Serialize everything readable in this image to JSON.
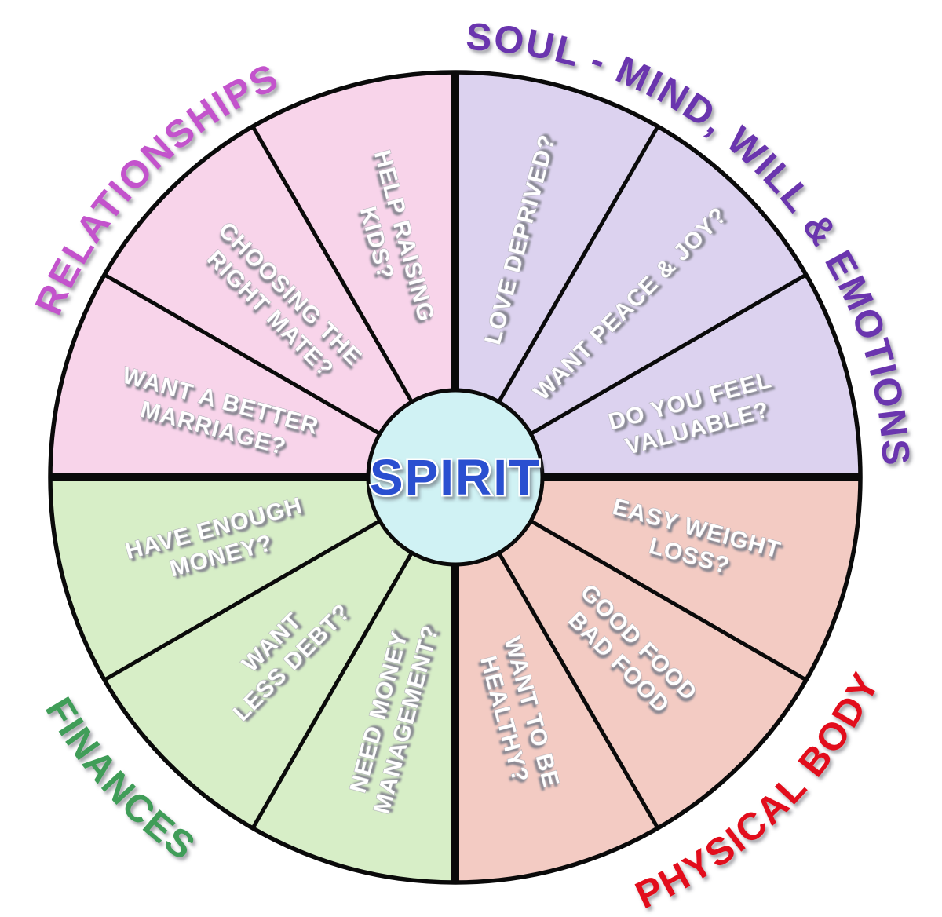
{
  "diagram": {
    "title": "wheel-of-life",
    "center": {
      "label": "SPIRIT",
      "label_color": "#2b4fd0",
      "fill": "#d0f2f4"
    },
    "line_color": "#0a0a0a",
    "quadrants": [
      {
        "name": "soul",
        "label": "SOUL - MIND, WILL & EMOTIONS",
        "label_color": "#6a35ae",
        "label_side": "top",
        "label_center_angle": 45,
        "fill": "#dcd2ef",
        "start_angle": 0,
        "segments": [
          {
            "lines": [
              "LOVE DEPRIVED?"
            ]
          },
          {
            "lines": [
              "WANT PEACE & JOY?"
            ]
          },
          {
            "lines": [
              "DO YOU FEEL",
              "VALUABLE?"
            ]
          }
        ]
      },
      {
        "name": "physical-body",
        "label": "PHYSICAL BODY",
        "label_color": "#e2111b",
        "label_side": "bottom",
        "label_center_angle": 136,
        "fill": "#f3cbc3",
        "start_angle": 90,
        "segments": [
          {
            "lines": [
              "EASY WEIGHT",
              "LOSS?"
            ]
          },
          {
            "lines": [
              "GOOD FOOD",
              "BAD FOOD"
            ]
          },
          {
            "lines": [
              "WANT TO BE",
              "HEALTHY?"
            ]
          }
        ]
      },
      {
        "name": "finances",
        "label": "FINANCES",
        "label_color": "#3f9d58",
        "label_side": "bottom",
        "label_center_angle": 228,
        "fill": "#d7eec7",
        "start_angle": 180,
        "segments": [
          {
            "lines": [
              "NEED MONEY",
              "MANAGEMENT?"
            ]
          },
          {
            "lines": [
              "WANT",
              "LESS DEBT?"
            ]
          },
          {
            "lines": [
              "HAVE ENOUGH",
              "MONEY?"
            ]
          }
        ]
      },
      {
        "name": "relationships",
        "label": "RELATIONSHIPS",
        "label_color": "#c353cc",
        "label_side": "top",
        "label_center_angle": 314,
        "fill": "#f8d4ea",
        "start_angle": 270,
        "segments": [
          {
            "lines": [
              "WANT A BETTER",
              "MARRIAGE?"
            ]
          },
          {
            "lines": [
              "CHOOSING THE",
              "RIGHT MATE?"
            ]
          },
          {
            "lines": [
              "HELP RAISING",
              "KIDS?"
            ]
          }
        ]
      }
    ]
  }
}
